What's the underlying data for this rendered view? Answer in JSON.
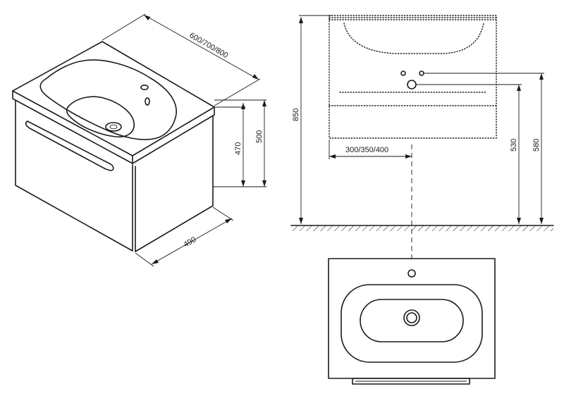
{
  "iso_view": {
    "width_label": "600/700/800",
    "front_height_label": "470",
    "total_height_label": "500",
    "depth_label": "490"
  },
  "front_view": {
    "total_height_label": "850",
    "waste_offset_label": "300/350/400",
    "waste_height_label": "530",
    "supply_height_label": "580"
  },
  "top_view": {}
}
